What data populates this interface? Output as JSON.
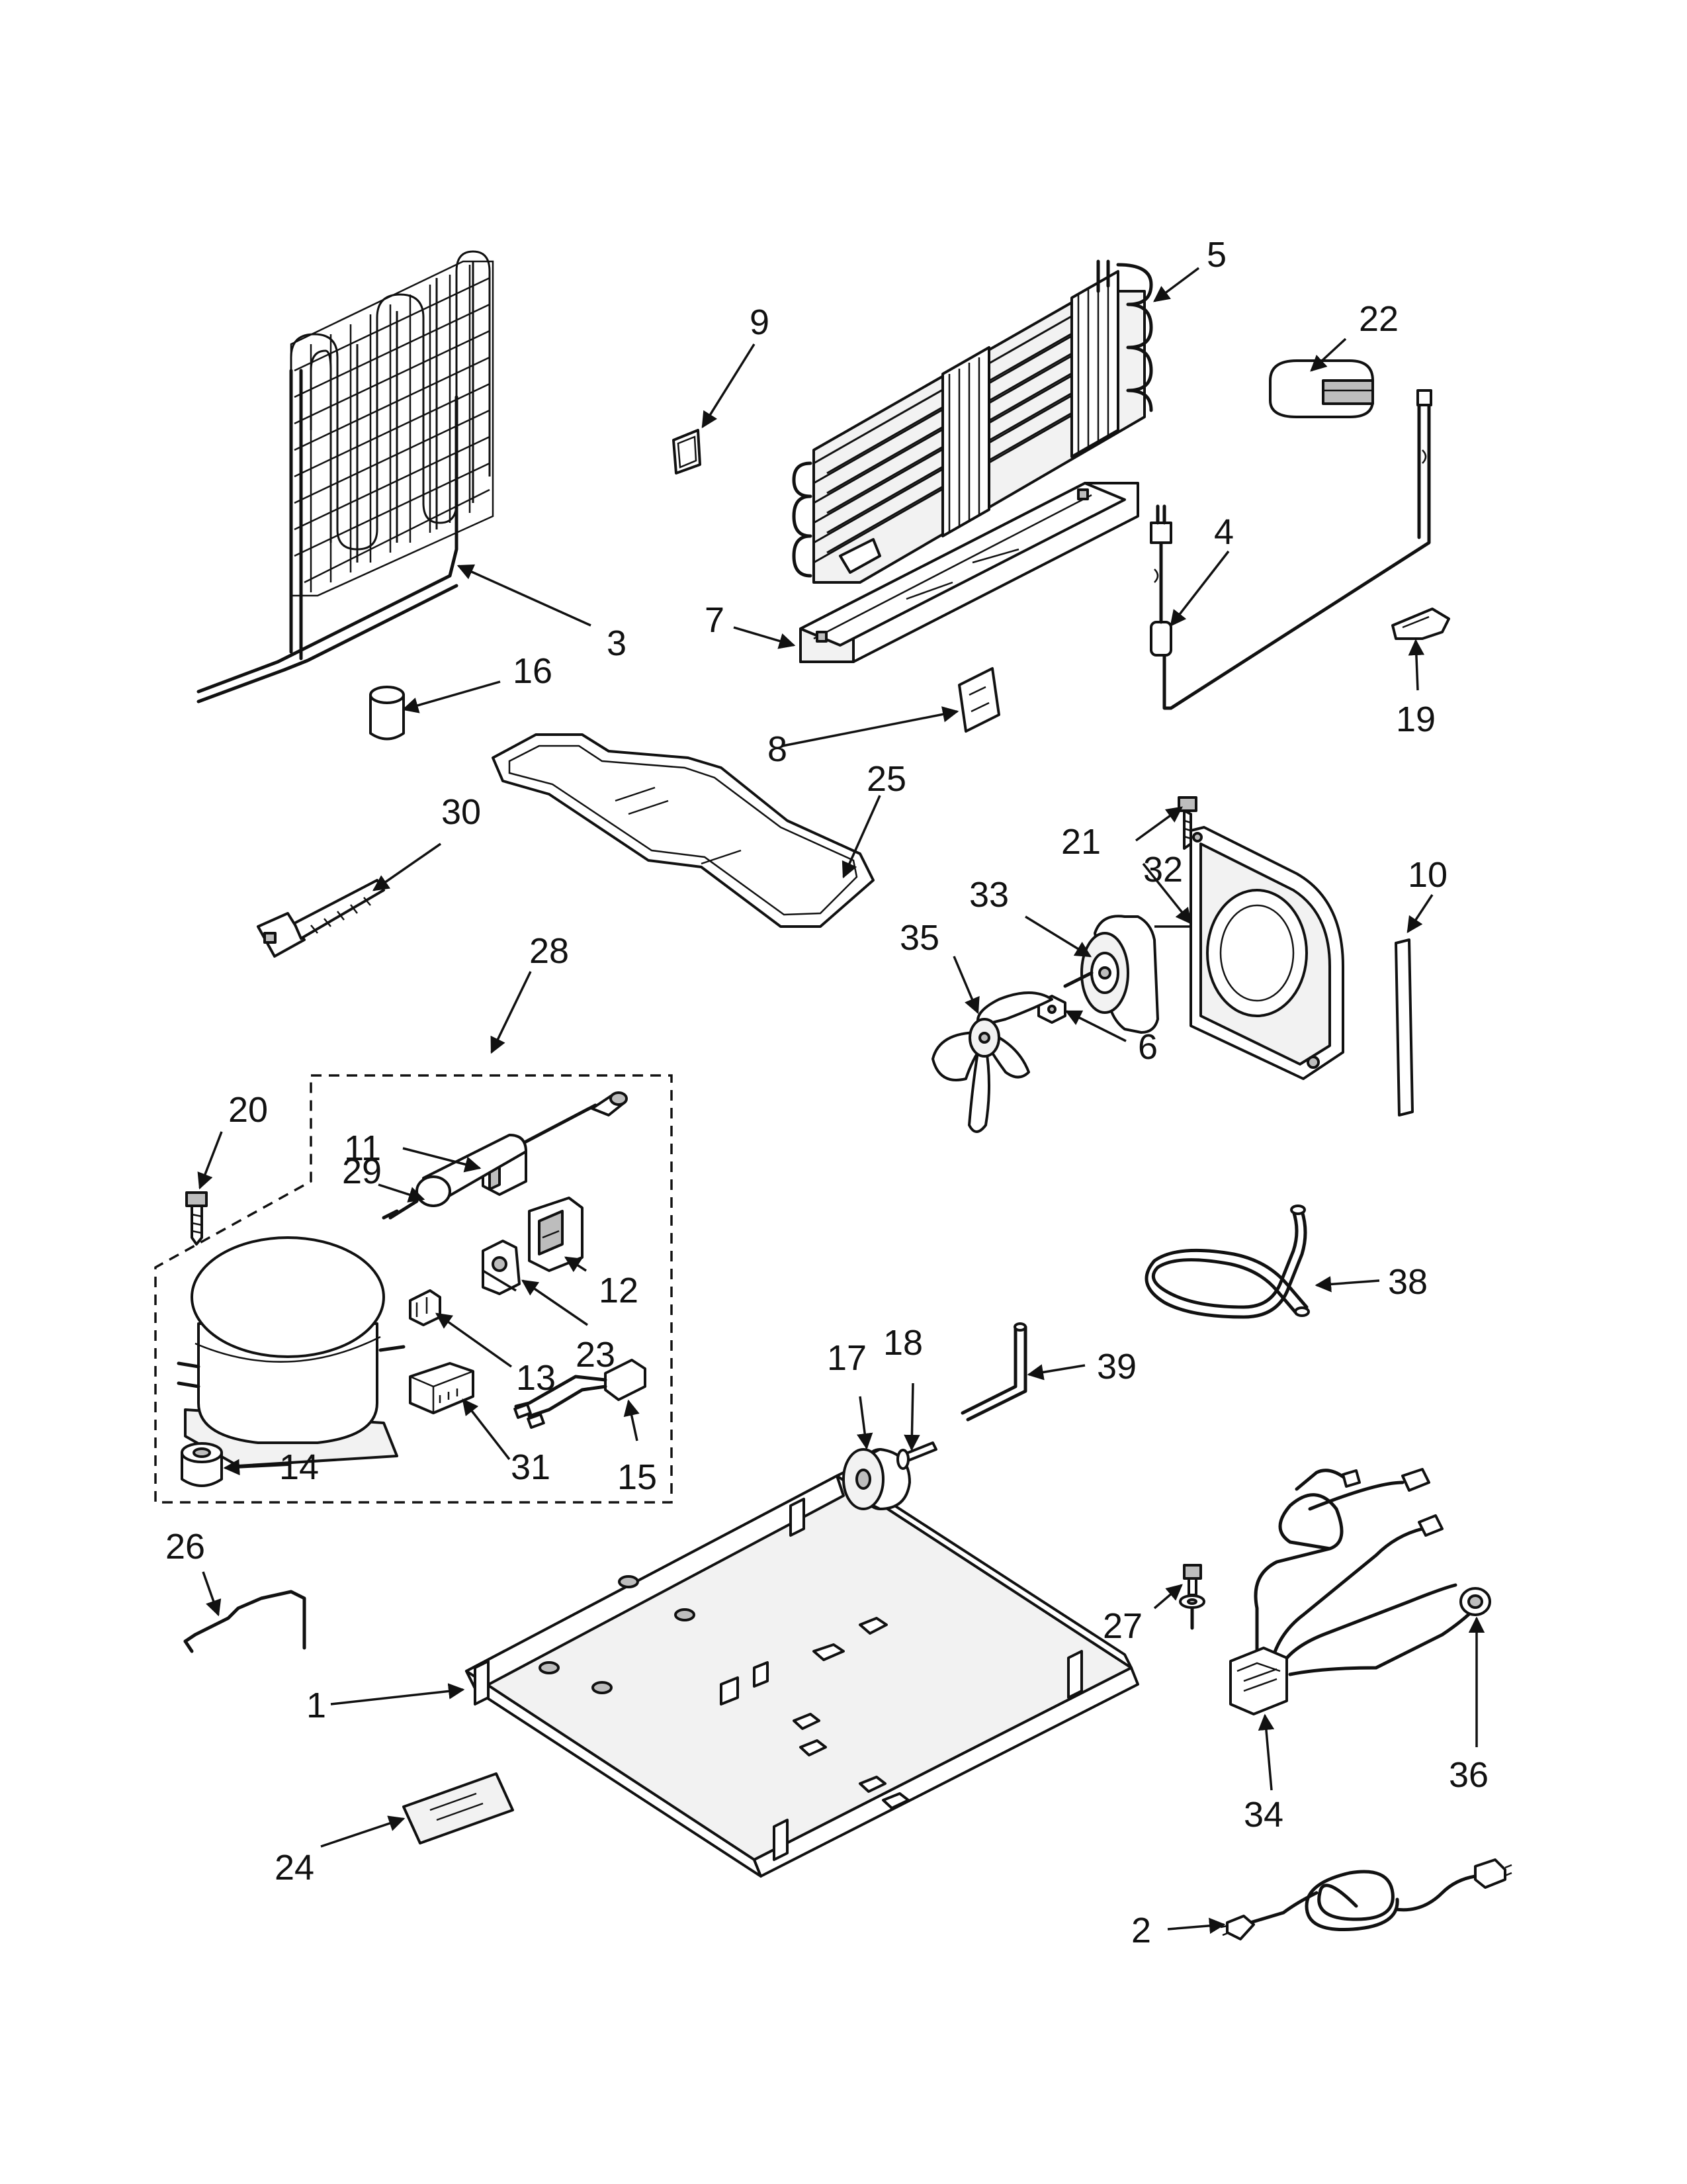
{
  "diagram": {
    "callouts": [
      "1",
      "2",
      "3",
      "4",
      "5",
      "6",
      "7",
      "8",
      "9",
      "10",
      "11",
      "12",
      "13",
      "14",
      "15",
      "16",
      "17",
      "18",
      "19",
      "20",
      "21",
      "22",
      "23",
      "24",
      "25",
      "26",
      "27",
      "28",
      "29",
      "30",
      "31",
      "32",
      "33",
      "34",
      "35",
      "36",
      "38",
      "39"
    ]
  }
}
